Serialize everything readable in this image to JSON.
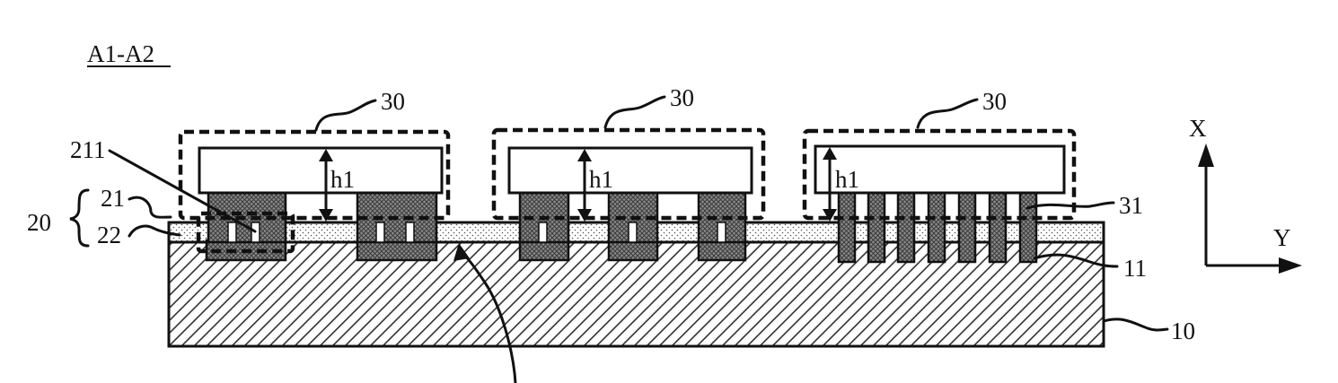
{
  "figure": {
    "section_label": "A1-A2",
    "device_label": "30",
    "height_label": "h1",
    "layer_20_label": "20",
    "layer_21_label": "21",
    "layer_22_label": "22",
    "opening_211_label": "211",
    "protrusion_31_label": "31",
    "pad_11_label": "11",
    "substrate_10_label": "10",
    "axis_x_label": "X",
    "axis_y_label": "Y"
  }
}
